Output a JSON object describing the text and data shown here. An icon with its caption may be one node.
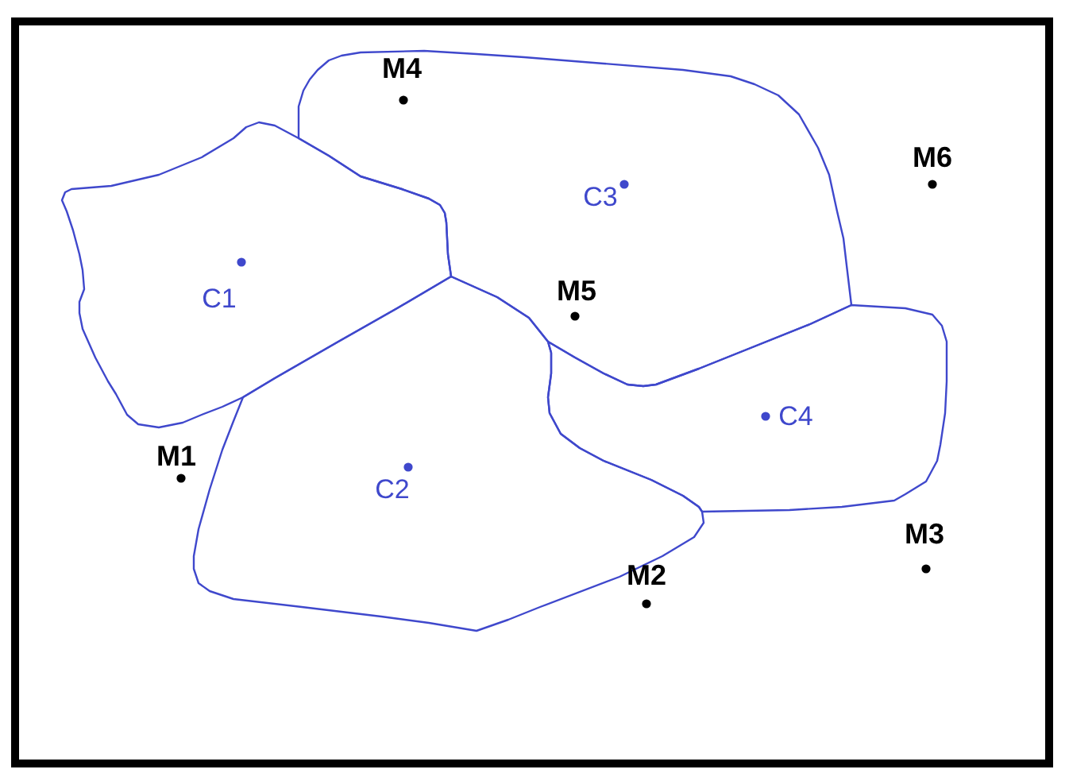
{
  "diagram": {
    "nodes": [
      {
        "text": [
          "C3"
        ]
      },
      {
        "text": [
          "C1"
        ]
      },
      {
        "text": [
          "C4"
        ]
      },
      {
        "text": [
          "C2"
        ]
      }
    ],
    "labels": [
      "M4",
      "M6",
      "M5",
      "M1",
      "M3",
      "M2"
    ]
  }
}
